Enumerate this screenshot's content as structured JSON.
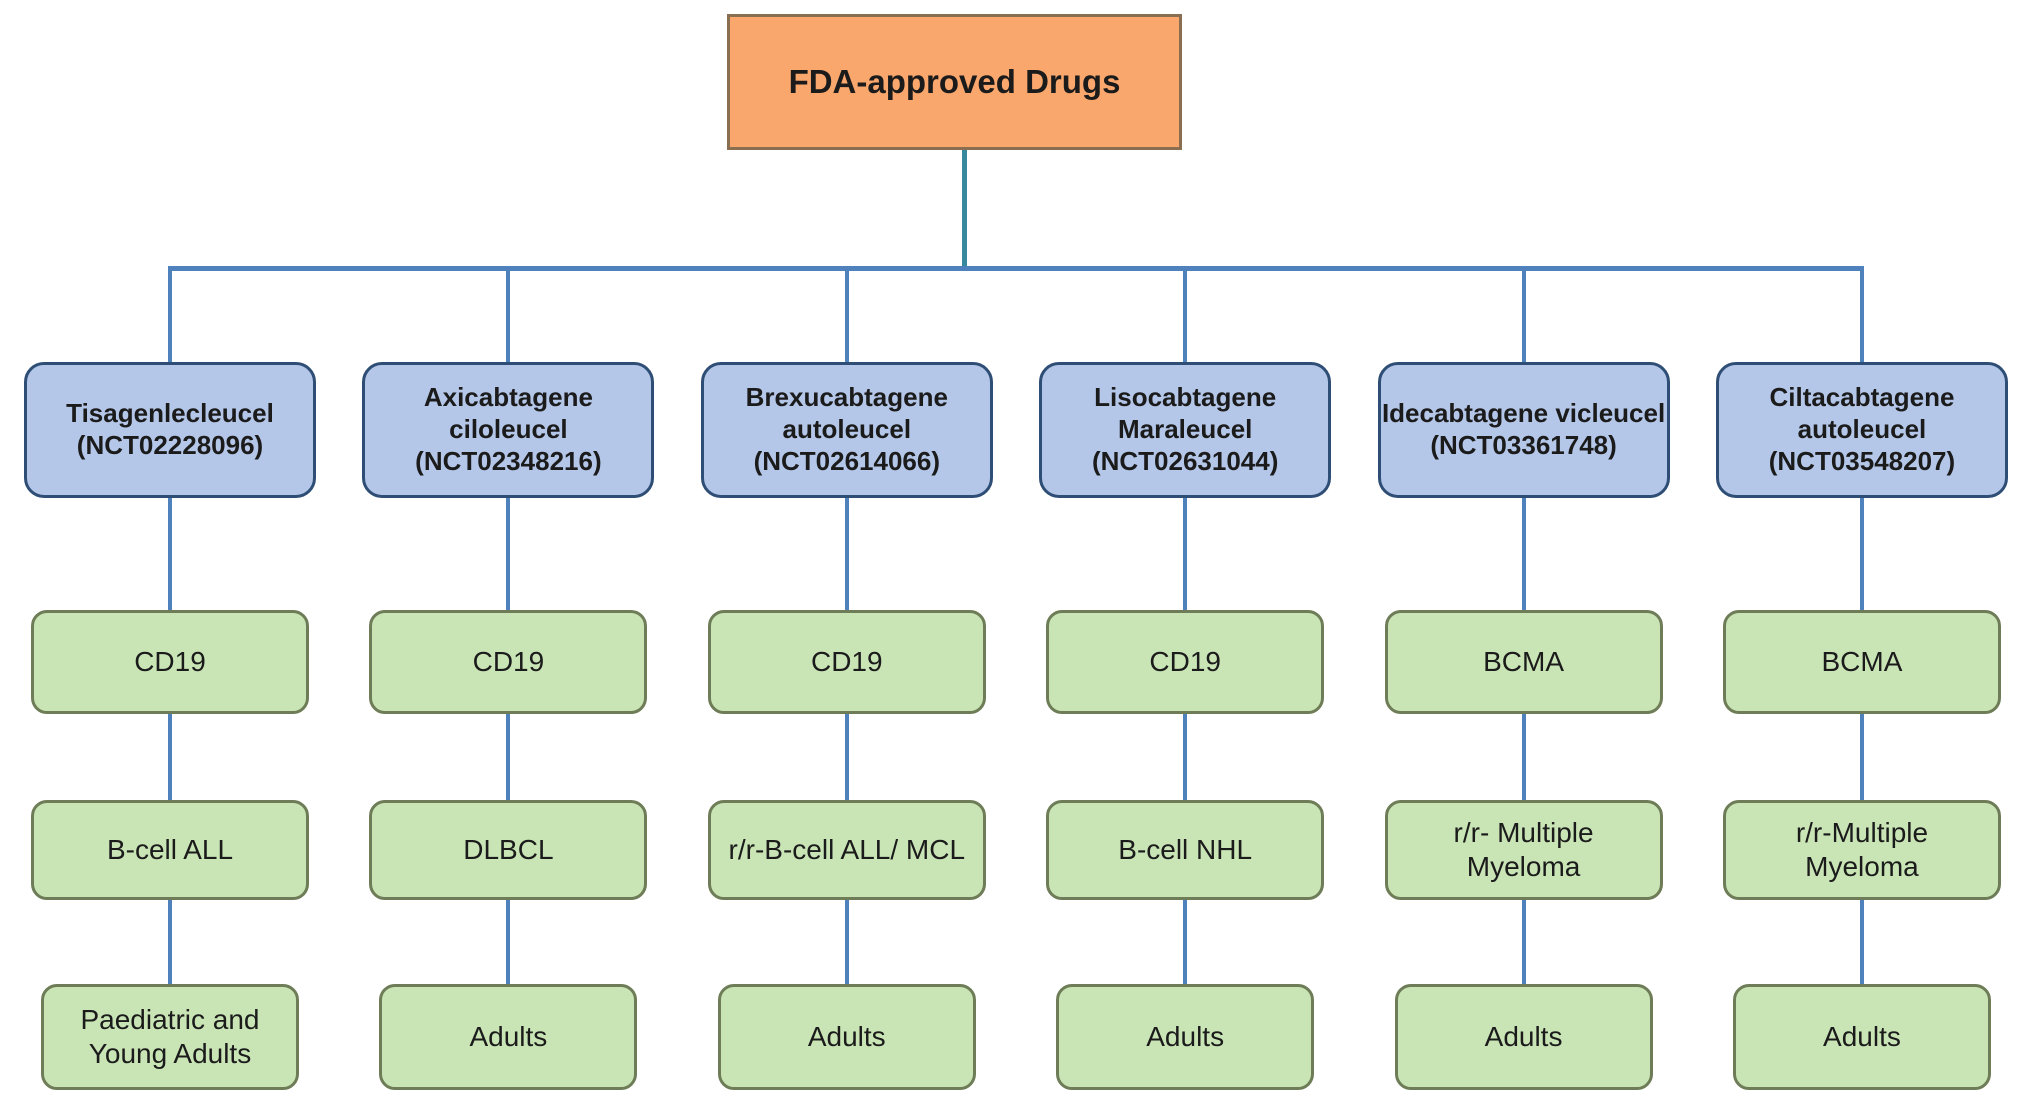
{
  "root": {
    "label": "FDA-approved Drugs"
  },
  "colors": {
    "root_fill": "#F9A76D",
    "root_border": "#8A6E52",
    "drug_fill": "#B4C7E9",
    "drug_border": "#2F4E75",
    "node_fill": "#C9E5B6",
    "node_border": "#6E7D57",
    "bus_line": "#4F81BD",
    "trunk_line": "#37899E",
    "text": "#1B1B1B"
  },
  "columns": [
    {
      "drug": "Tisagenlecleucel",
      "trial": "(NCT02228096)",
      "target": "CD19",
      "indication": "B-cell ALL",
      "population": "Paediatric and Young Adults"
    },
    {
      "drug": "Axicabtagene ciloleucel",
      "trial": "(NCT02348216)",
      "target": "CD19",
      "indication": "DLBCL",
      "population": "Adults"
    },
    {
      "drug": "Brexucabtagene autoleucel",
      "trial": "(NCT02614066)",
      "target": "CD19",
      "indication": "r/r-B-cell ALL/ MCL",
      "population": "Adults"
    },
    {
      "drug": "Lisocabtagene Maraleucel",
      "trial": "(NCT02631044)",
      "target": "CD19",
      "indication": "B-cell NHL",
      "population": "Adults"
    },
    {
      "drug": "Idecabtagene vicleucel",
      "trial": "(NCT03361748)",
      "target": "BCMA",
      "indication": "r/r- Multiple Myeloma",
      "population": "Adults"
    },
    {
      "drug": "Ciltacabtagene autoleucel",
      "trial": "(NCT03548207)",
      "target": "BCMA",
      "indication": "r/r-Multiple Myeloma",
      "population": "Adults"
    }
  ]
}
